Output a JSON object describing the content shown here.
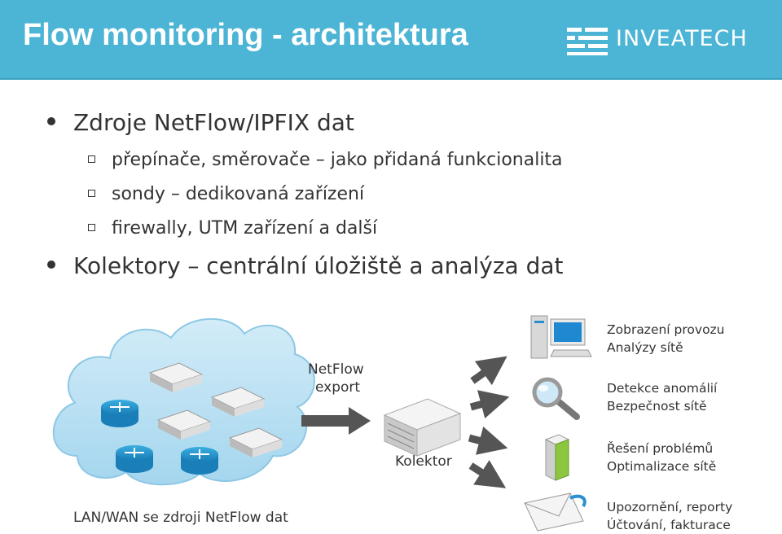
{
  "header": {
    "title": "Flow monitoring - architektura",
    "logo_text": "INVEATECH"
  },
  "bullets": [
    {
      "text": "Zdroje NetFlow/IPFIX dat",
      "sub": [
        "přepínače, směrovače – jako přidaná funkcionalita",
        "sondy – dedikovaná zařízení",
        "firewally, UTM zařízení a další"
      ]
    },
    {
      "text": "Kolektory – centrální úložiště a analýza dat",
      "sub": []
    }
  ],
  "diagram": {
    "export_label_1": "NetFlow",
    "export_label_2": "export",
    "collector_label": "Kolektor",
    "network_label": "LAN/WAN se zdroji NetFlow dat",
    "outputs": [
      {
        "line1": "Zobrazení provozu",
        "line2": "Analýzy sítě",
        "icon": "computer-icon"
      },
      {
        "line1": "Detekce anomálií",
        "line2": "Bezpečnost sítě",
        "icon": "magnifier-icon"
      },
      {
        "line1": "Řešení problémů",
        "line2": "Optimalizace sítě",
        "icon": "server-tower-icon"
      },
      {
        "line1": "Upozornění, reporty",
        "line2": "Účtování, fakturace",
        "icon": "envelope-icon"
      }
    ]
  },
  "colors": {
    "header": "#4cb4d4",
    "cloud": "#a9d9f0",
    "arrow": "#555555",
    "text": "#333333"
  }
}
